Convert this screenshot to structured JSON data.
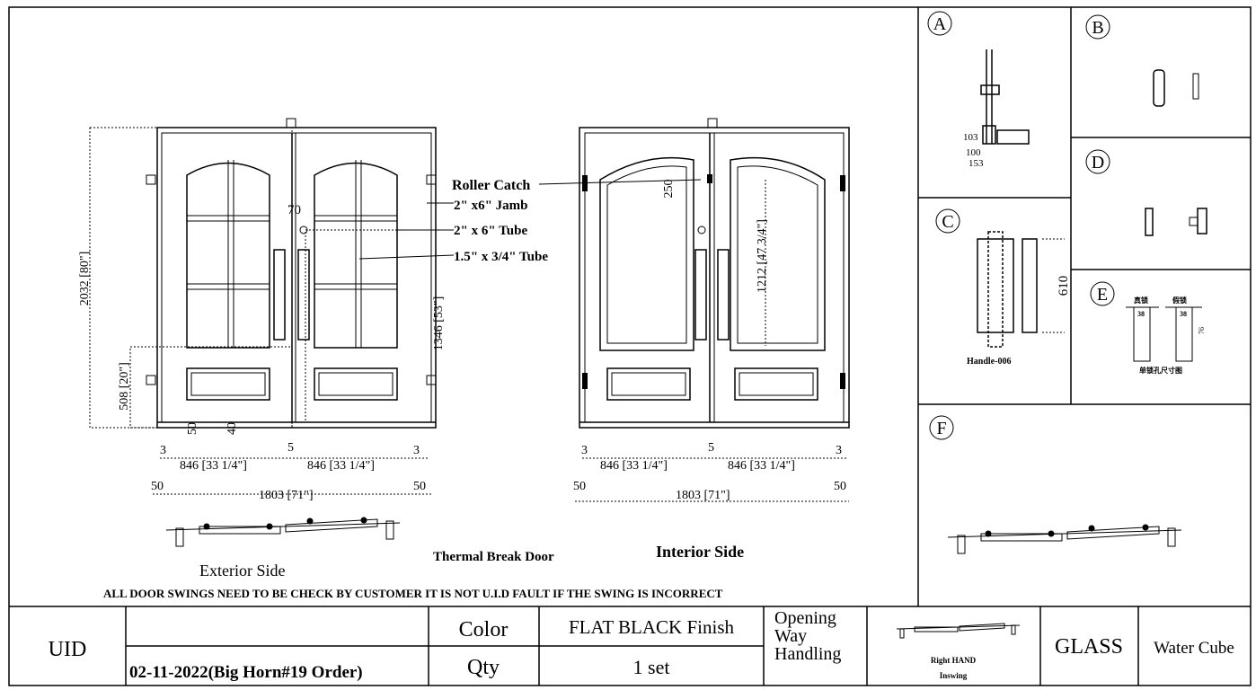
{
  "drawing": {
    "exterior_label": "Exterior Side",
    "interior_label": "Interior Side",
    "thermal_label": "Thermal Break Door",
    "warning": "ALL DOOR SWINGS NEED TO BE CHECK BY CUSTOMER IT IS NOT U.I.D FAULT IF THE SWING IS  INCORRECT",
    "callouts": {
      "roller_catch": "Roller Catch",
      "jamb": "2\" x6\"  Jamb",
      "tube": "2\" x 6\" Tube",
      "small_tube": "1.5\" x 3/4\" Tube"
    },
    "dims_left": {
      "height": "2032  [80\"]",
      "lower": "508  [20\"]",
      "glass": "1346  [53\"]",
      "d70": "70",
      "d50": "50",
      "d40": "40",
      "leaf1": "846  [33 1/4\"]",
      "leaf2": "846  [33 1/4\"]",
      "total": "1803  [71\"]",
      "gap3a": "3",
      "gap5": "5",
      "gap3b": "3",
      "side50a": "50",
      "side50b": "50"
    },
    "dims_right": {
      "d250": "250",
      "d1212": "1212  [47 3/4\"]",
      "leaf1": "846  [33 1/4\"]",
      "leaf2": "846  [33 1/4\"]",
      "total": "1803  [71\"]",
      "gap3a": "3",
      "gap5": "5",
      "gap3b": "3",
      "side50a": "50",
      "side50b": "50"
    }
  },
  "details": {
    "a": {
      "label": "A",
      "d103": "103",
      "d100": "100",
      "d153": "153"
    },
    "b": {
      "label": "B"
    },
    "c": {
      "label": "C",
      "d610": "610",
      "handle": "Handle-006"
    },
    "d": {
      "label": "D"
    },
    "e": {
      "label": "E",
      "real": "真锁",
      "fake": "假锁",
      "d38": "38",
      "d76": "76",
      "caption": "单锁孔尺寸图"
    },
    "f": {
      "label": "F"
    }
  },
  "table": {
    "uid": "UID",
    "order": "02-11-2022(Big Horn#19 Order)",
    "color_label": "Color",
    "color_value": "FLAT BLACK Finish",
    "qty_label": "Qty",
    "qty_value": "1 set",
    "opening_label": "Opening Way Handling",
    "swing_line1": "Right HAND",
    "swing_line2": "Inswing",
    "glass_label": "GLASS",
    "glass_value": "Water Cube"
  }
}
